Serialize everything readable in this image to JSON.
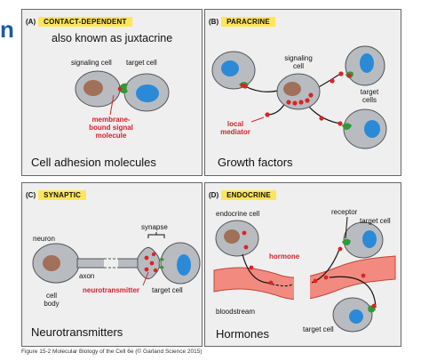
{
  "edge_mark": "n",
  "panels": {
    "a": {
      "letter": "(A)",
      "title": "CONTACT-DEPENDENT",
      "subtitle": "also known as juxtacrine",
      "signaling_cell": "signaling cell",
      "target_cell": "target cell",
      "molecule_label": "membrane-\nbound signal\nmolecule",
      "bottom_label": "Cell adhesion molecules"
    },
    "b": {
      "letter": "(B)",
      "title": "PARACRINE",
      "signaling_cell": "signaling\ncell",
      "target_cells": "target\ncells",
      "local_mediator": "local\nmediator",
      "bottom_label": "Growth factors"
    },
    "c": {
      "letter": "(C)",
      "title": "SYNAPTIC",
      "neuron": "neuron",
      "synapse": "synapse",
      "axon": "axon",
      "cell_body": "cell\nbody",
      "neurotransmitter": "neurotransmitter",
      "target_cell": "target cell",
      "bottom_label": "Neurotransmitters"
    },
    "d": {
      "letter": "(D)",
      "title": "ENDOCRINE",
      "endocrine_cell": "endocrine cell",
      "receptor": "receptor",
      "target_cell_top": "target cell",
      "hormone": "hormone",
      "bloodstream": "bloodstream",
      "target_cell_bottom": "target cell",
      "bottom_label": "Hormones"
    }
  },
  "caption": "Figure 15-2  Molecular Biology of the Cell 6e (© Garland Science 2015)",
  "colors": {
    "cell_fill": "#b8bcc1",
    "nucleus_blue": "#2b8ad8",
    "nucleus_brown": "#a07058",
    "signal_green": "#2e9a3a",
    "signal_red": "#dd2222",
    "blood": "#f28a80",
    "badge_yellow": "#ffe55c"
  }
}
